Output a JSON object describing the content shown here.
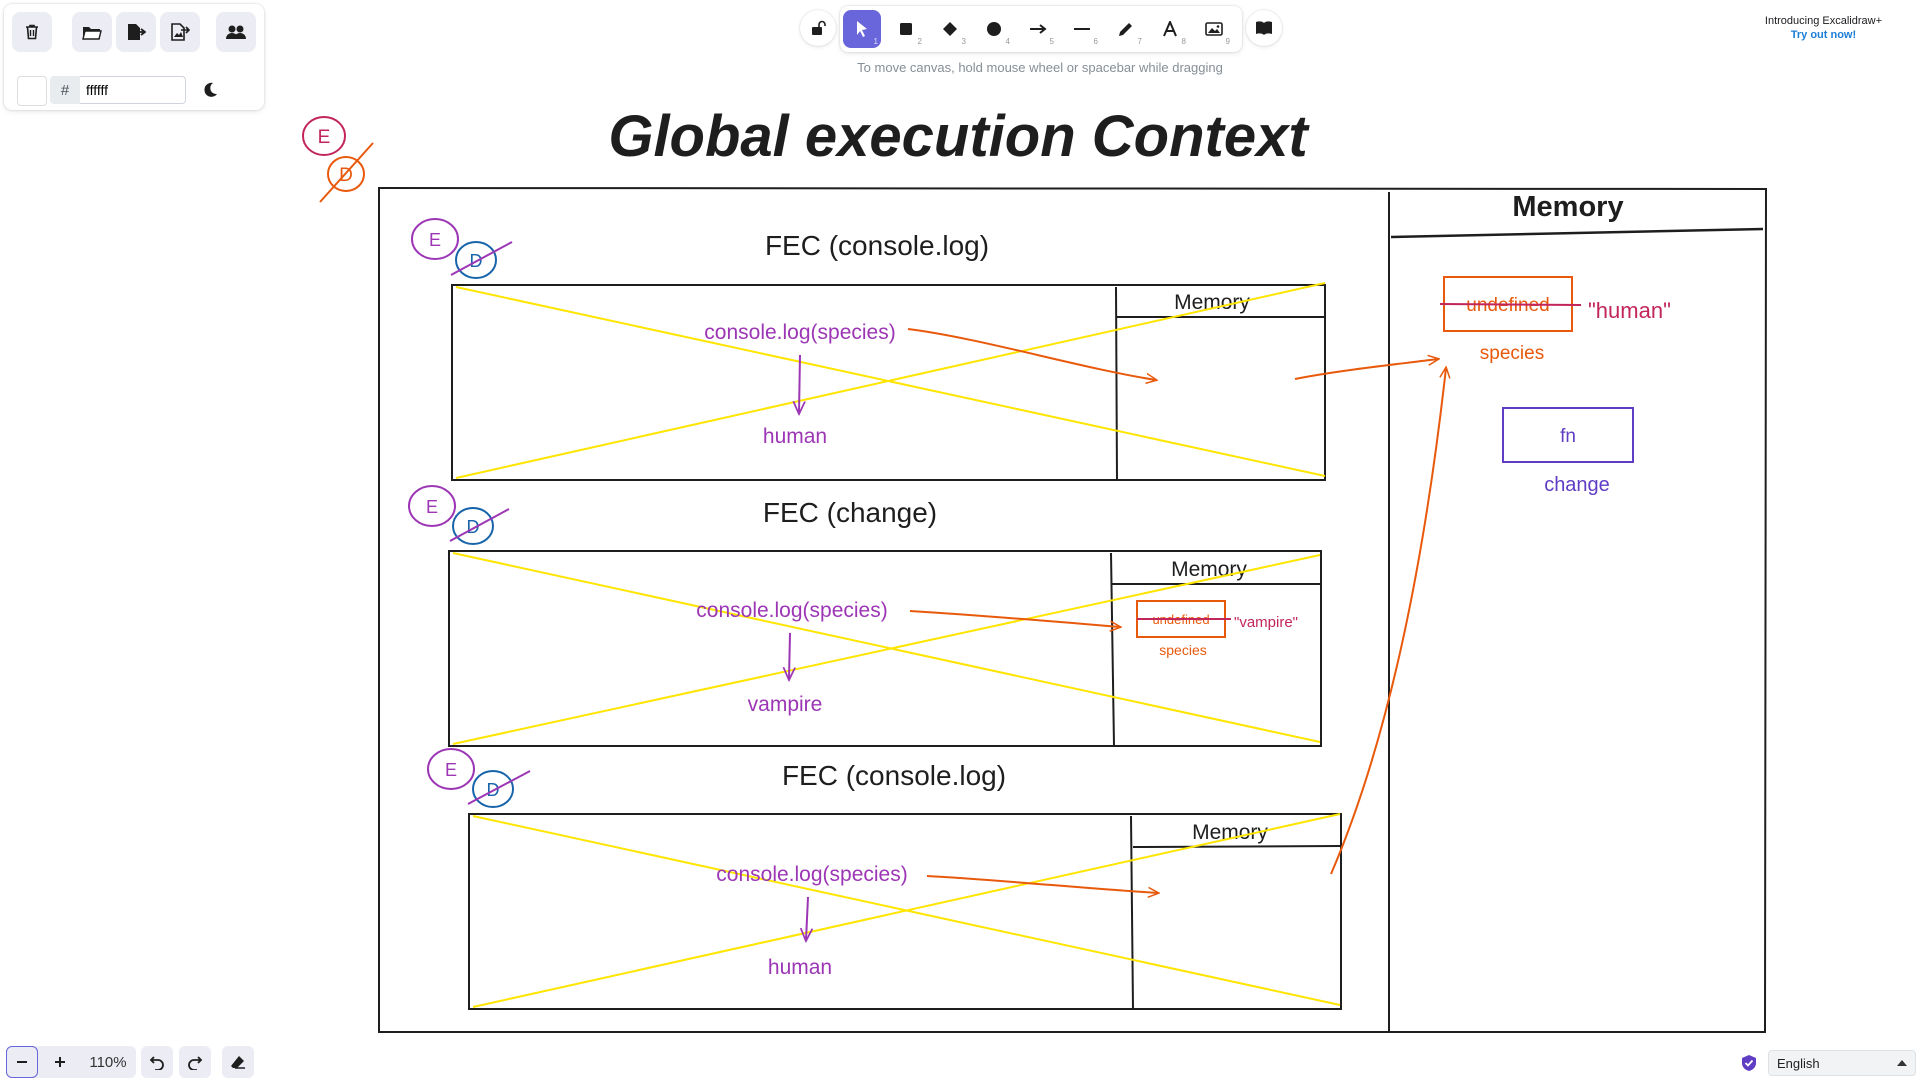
{
  "app": {
    "name": "Excalidraw"
  },
  "left_panel": {
    "color_hash": "#",
    "color_value": "ffffff",
    "icons": [
      "trash-icon",
      "folder-open-icon",
      "export-icon",
      "export-image-icon",
      "collab-users-icon",
      "moon-icon"
    ]
  },
  "toolbar": {
    "tools": [
      {
        "name": "selection",
        "key": "1"
      },
      {
        "name": "rectangle",
        "key": "2"
      },
      {
        "name": "diamond",
        "key": "3"
      },
      {
        "name": "ellipse",
        "key": "4"
      },
      {
        "name": "arrow",
        "key": "5"
      },
      {
        "name": "line",
        "key": "6"
      },
      {
        "name": "draw",
        "key": "7"
      },
      {
        "name": "text",
        "key": "8"
      },
      {
        "name": "image",
        "key": "9"
      }
    ],
    "active_tool": "selection",
    "hint": "To move canvas, hold mouse wheel or spacebar while dragging"
  },
  "promo": {
    "line1": "Introducing Excalidraw+",
    "link": "Try out now!"
  },
  "canvas": {
    "title": "Global execution Context",
    "gec_memory_label": "Memory",
    "gec_memory": {
      "old_value": "undefined",
      "new_value": "\"human\"",
      "var_name": "species",
      "fn_label": "fn",
      "fn_name": "change"
    },
    "marks": {
      "e": "E",
      "d": "D"
    },
    "fec1": {
      "title": "FEC (console.log)",
      "memory_label": "Memory",
      "statement": "console.log(species)",
      "result": "human"
    },
    "fec2": {
      "title": "FEC (change)",
      "memory_label": "Memory",
      "statement": "console.log(species)",
      "result": "vampire",
      "mem_old": "undefined",
      "mem_new": "\"vampire\"",
      "mem_var": "species"
    },
    "fec3": {
      "title": "FEC (console.log)",
      "memory_label": "Memory",
      "statement": "console.log(species)",
      "result": "human"
    }
  },
  "footer": {
    "zoom": "110%",
    "language": "English"
  },
  "colors": {
    "accent": "#6965db",
    "purple_text": "#9c36b5",
    "orange": "#e8590c",
    "crimson": "#c2255c",
    "blue": "#1864ab",
    "yellow": "#ffe500",
    "violet": "#5f3dc4"
  }
}
